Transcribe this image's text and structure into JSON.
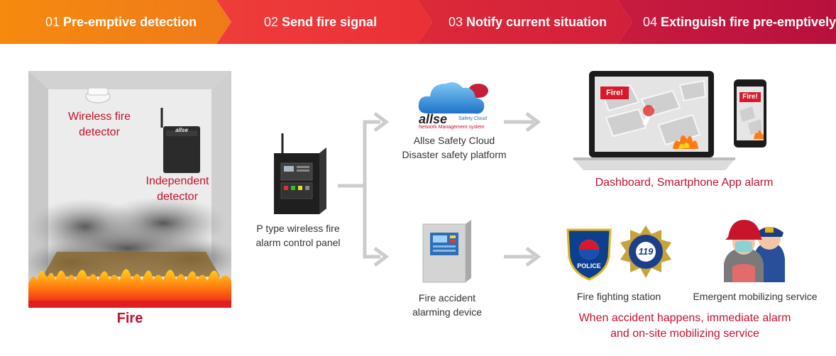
{
  "steps": [
    {
      "num": "01",
      "title": "Pre-emptive detection",
      "color": "#f28a16"
    },
    {
      "num": "02",
      "title": "Send fire signal",
      "color": "#ea4336"
    },
    {
      "num": "03",
      "title": "Notify current situation",
      "color": "#d72b3a"
    },
    {
      "num": "04",
      "title": "Extinguish fire pre-emptively",
      "color": "#c41a3d"
    }
  ],
  "room": {
    "wireless_detector_label_line1": "Wireless fire",
    "wireless_detector_label_line2": "detector",
    "independent_detector_label_line1": "Independent",
    "independent_detector_label_line2": "detector",
    "detector_brand": "allse",
    "fire_label": "Fire"
  },
  "panel": {
    "caption_line1": "P type wireless fire",
    "caption_line2": "alarm control panel"
  },
  "cloud": {
    "brand": "allse",
    "brand_tag1": "Safety Cloud",
    "brand_tag2": "Network Management system",
    "caption_line1": "Allse Safety Cloud",
    "caption_line2": "Disaster safety platform"
  },
  "alarm_device": {
    "caption_line1": "Fire accident",
    "caption_line2": "alarming device"
  },
  "dashboard": {
    "laptop_alert": "Fire!",
    "phone_alert": "Fire!",
    "caption": "Dashboard, Smartphone App alarm"
  },
  "responders": {
    "police_badge_text": "POLICE",
    "fire_badge_text": "119",
    "fire_station_caption": "Fire fighting station",
    "emergent_caption": "Emergent mobilizing service",
    "summary_line1": "When accident happens, immediate alarm",
    "summary_line2": "and on-site mobilizing service"
  },
  "colors": {
    "accent_red": "#c4112f",
    "arrow_gray": "#cccccc"
  }
}
